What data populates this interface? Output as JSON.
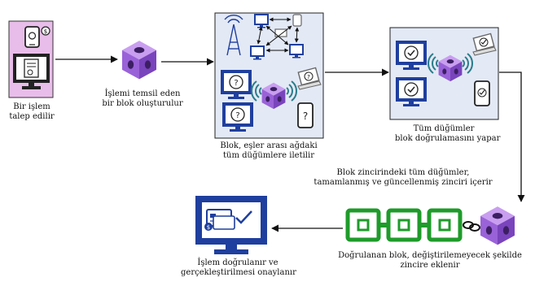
{
  "steps": {
    "request": {
      "line1": "Bir işlem",
      "line2": "talep edilir"
    },
    "block_created": {
      "line1": "İşlemi temsil eden",
      "line2": "bir blok oluşturulur"
    },
    "broadcast": {
      "line1": "Blok, eşler arası ağdaki",
      "line2": "tüm düğümlere iletilir"
    },
    "validate": {
      "line1": "Tüm düğümler",
      "line2": "blok doğrulamasını yapar"
    },
    "chain_contains": {
      "line1": "Blok zincirindeki tüm düğümler,",
      "line2": "tamamlanmış ve güncellenmiş zinciri içerir"
    },
    "append": {
      "line1": "Doğrulanan blok, değiştirilemeyecek şekilde",
      "line2": "zincire eklenir"
    },
    "complete": {
      "line1": "İşlem doğrulanır ve",
      "line2": "gerçekleştirilmesi onaylanır"
    }
  },
  "colors": {
    "panel_fill": "#e3e9f5",
    "monitor": "#1f3f9e",
    "cube_top": "#c99ef0",
    "cube_left": "#9a62d8",
    "cube_right": "#7a44bd",
    "chain_green": "#1e9b2a",
    "request_panel": "#e8bde9",
    "wifi": "#2a7d8a"
  }
}
